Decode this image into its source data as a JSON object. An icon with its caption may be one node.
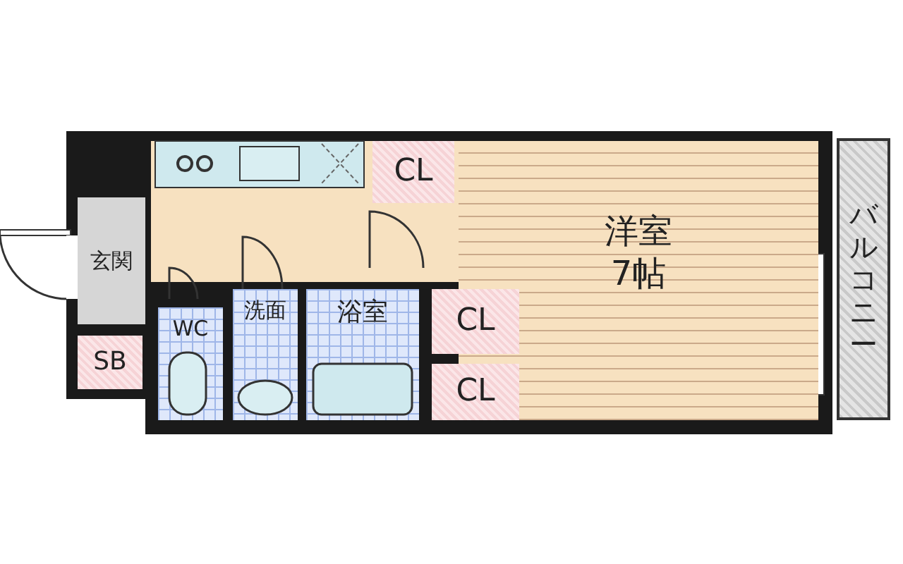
{
  "diagram": {
    "nodes": [
      {
        "text": [
          "CL"
        ]
      },
      {
        "text": [
          "洋室",
          "7帖"
        ]
      },
      {
        "text": [
          "バルコニー"
        ]
      },
      {
        "text": [
          "玄関"
        ]
      },
      {
        "text": [
          "WC"
        ]
      },
      {
        "text": [
          "洗面"
        ]
      },
      {
        "text": [
          "浴室"
        ]
      },
      {
        "text": [
          "CL"
        ]
      },
      {
        "text": [
          "CL"
        ]
      },
      {
        "text": [
          "SB"
        ]
      }
    ]
  }
}
